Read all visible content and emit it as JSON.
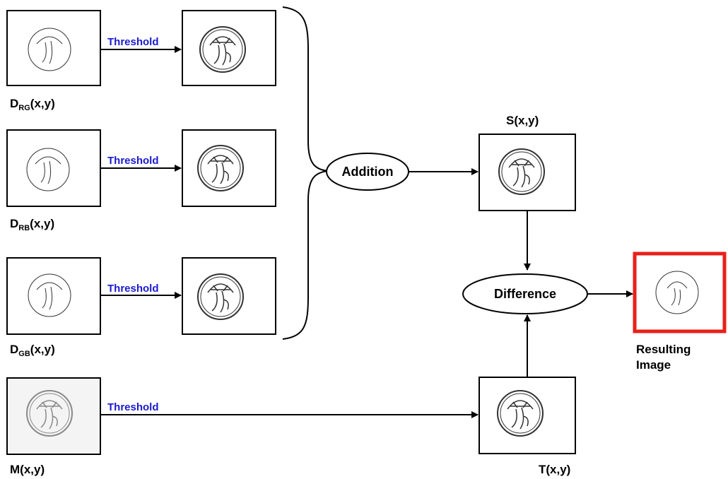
{
  "threshold_label": "Threshold",
  "operations": {
    "addition": "Addition",
    "difference": "Difference"
  },
  "inputs": [
    {
      "main": "D",
      "sub": "RG",
      "suffix": "(x,y)"
    },
    {
      "main": "D",
      "sub": "RB",
      "suffix": "(x,y)"
    },
    {
      "main": "D",
      "sub": "GB",
      "suffix": "(x,y)"
    },
    {
      "main": "M(x,y)",
      "sub": "",
      "suffix": ""
    }
  ],
  "sum_label": "S(x,y)",
  "t_label": "T(x,y)",
  "result_label": {
    "line1": "Resulting",
    "line2": "Image"
  },
  "colors": {
    "threshold_text": "#1a1ad0",
    "result_frame": "#e8201a"
  }
}
